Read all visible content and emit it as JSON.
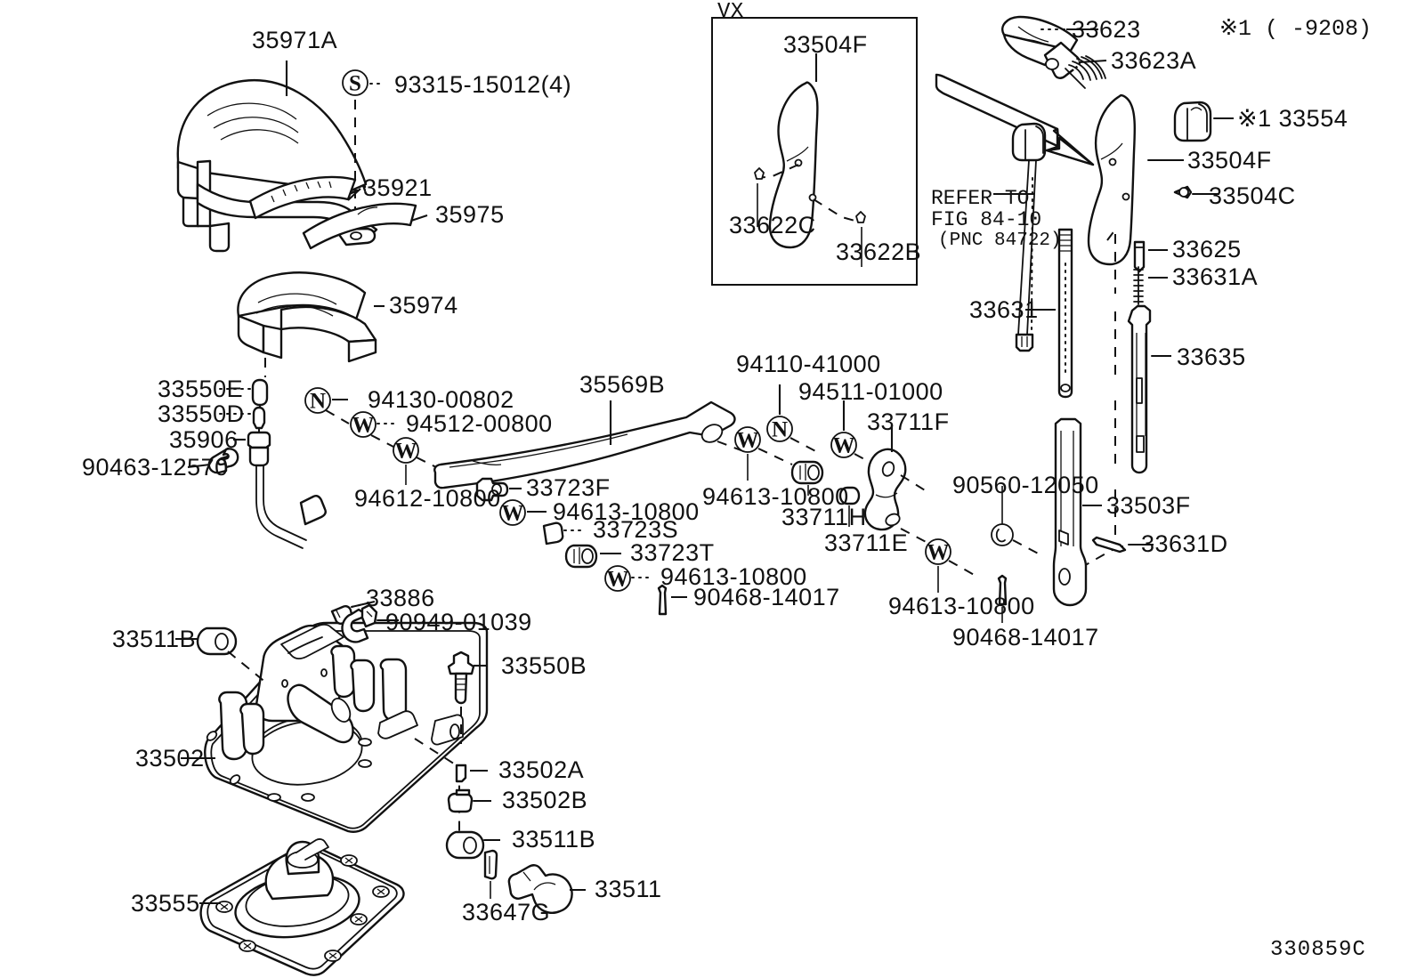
{
  "diagram": {
    "id_code": "330859C",
    "inset_title": "VX",
    "note_symbol": "※1",
    "date_note": "※1 (    -9208)",
    "refer_note_line1": "REFER TO",
    "refer_note_line2": "FIG 84-10",
    "refer_note_line3": "(PNC 84722)",
    "callout_markers": {
      "screw": "S",
      "nut": "N",
      "washer": "W",
      "clip": "C"
    }
  },
  "inset": {
    "title": "VX",
    "labels": [
      {
        "id": "inset-33504F",
        "text": "33504F"
      },
      {
        "id": "inset-33622C",
        "text": "33622C"
      },
      {
        "id": "inset-33622B",
        "text": "33622B"
      }
    ]
  },
  "parts": [
    {
      "id": "p-35971A",
      "text": "35971A"
    },
    {
      "id": "p-93315-15012",
      "text": "93315-15012(4)"
    },
    {
      "id": "p-35921",
      "text": "35921"
    },
    {
      "id": "p-35975",
      "text": "35975"
    },
    {
      "id": "p-35974",
      "text": "35974"
    },
    {
      "id": "p-33550E",
      "text": "33550E"
    },
    {
      "id": "p-33550D",
      "text": "33550D"
    },
    {
      "id": "p-35906",
      "text": "35906"
    },
    {
      "id": "p-90463-12570",
      "text": "90463-12570"
    },
    {
      "id": "p-94130-00802",
      "text": "94130-00802"
    },
    {
      "id": "p-94512-00800",
      "text": "94512-00800"
    },
    {
      "id": "p-94612-10800",
      "text": "94612-10800"
    },
    {
      "id": "p-35569B",
      "text": "35569B"
    },
    {
      "id": "p-33723F",
      "text": "33723F"
    },
    {
      "id": "p-94613-10800-a",
      "text": "94613-10800"
    },
    {
      "id": "p-33723S",
      "text": "33723S"
    },
    {
      "id": "p-33723T",
      "text": "33723T"
    },
    {
      "id": "p-94613-10800-b",
      "text": "94613-10800"
    },
    {
      "id": "p-90468-14017-a",
      "text": "90468-14017"
    },
    {
      "id": "p-94110-41000",
      "text": "94110-41000"
    },
    {
      "id": "p-94511-01000",
      "text": "94511-01000"
    },
    {
      "id": "p-94613-10800-c",
      "text": "94613-10800"
    },
    {
      "id": "p-33711F",
      "text": "33711F"
    },
    {
      "id": "p-33711H",
      "text": "33711H"
    },
    {
      "id": "p-33711E",
      "text": "33711E"
    },
    {
      "id": "p-90560-12050",
      "text": "90560-12050"
    },
    {
      "id": "p-94613-10800-d",
      "text": "94613-10800"
    },
    {
      "id": "p-90468-14017-b",
      "text": "90468-14017"
    },
    {
      "id": "p-33623",
      "text": "33623"
    },
    {
      "id": "p-33623A",
      "text": "33623A"
    },
    {
      "id": "p-33554",
      "text": "※1  33554"
    },
    {
      "id": "p-33504F",
      "text": "33504F"
    },
    {
      "id": "p-33504C",
      "text": "33504C"
    },
    {
      "id": "p-33631",
      "text": "33631"
    },
    {
      "id": "p-33625",
      "text": "33625"
    },
    {
      "id": "p-33631A",
      "text": "33631A"
    },
    {
      "id": "p-33635",
      "text": "33635"
    },
    {
      "id": "p-33503F",
      "text": "33503F"
    },
    {
      "id": "p-33631D",
      "text": "33631D"
    },
    {
      "id": "p-33886",
      "text": "33886"
    },
    {
      "id": "p-90949-01039",
      "text": "90949-01039"
    },
    {
      "id": "p-33511B-top",
      "text": "33511B"
    },
    {
      "id": "p-33550B",
      "text": "33550B"
    },
    {
      "id": "p-33502",
      "text": "33502"
    },
    {
      "id": "p-33502A",
      "text": "33502A"
    },
    {
      "id": "p-33502B",
      "text": "33502B"
    },
    {
      "id": "p-33511B-bot",
      "text": "33511B"
    },
    {
      "id": "p-33511",
      "text": "33511"
    },
    {
      "id": "p-33647G",
      "text": "33647G"
    },
    {
      "id": "p-33555",
      "text": "33555"
    }
  ]
}
